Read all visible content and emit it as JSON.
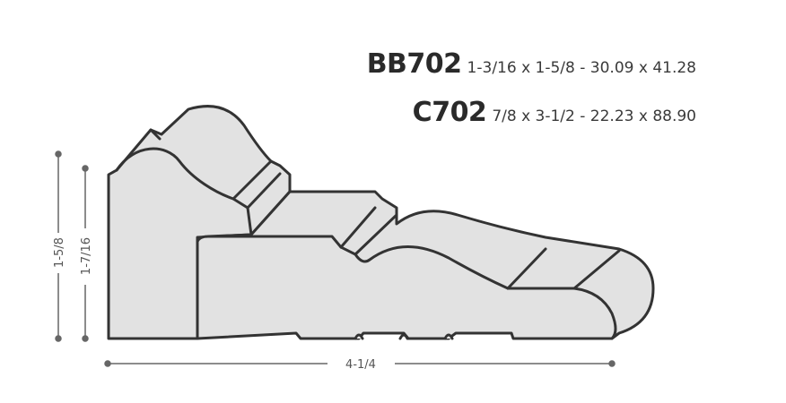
{
  "profiles": [
    {
      "code": "BB702",
      "dimensions": "1-3/16 x 1-5/8 - 30.09 x 41.28"
    },
    {
      "code": "C702",
      "dimensions": "7/8 x 3-1/2 - 22.23 x 88.90"
    }
  ],
  "dimension_labels": {
    "outer_height": "1-5/8",
    "inner_height": "1-7/16",
    "width": "4-1/4"
  },
  "colors": {
    "fill": "#e2e2e2",
    "outline": "#333333",
    "dim_line": "#666666"
  }
}
